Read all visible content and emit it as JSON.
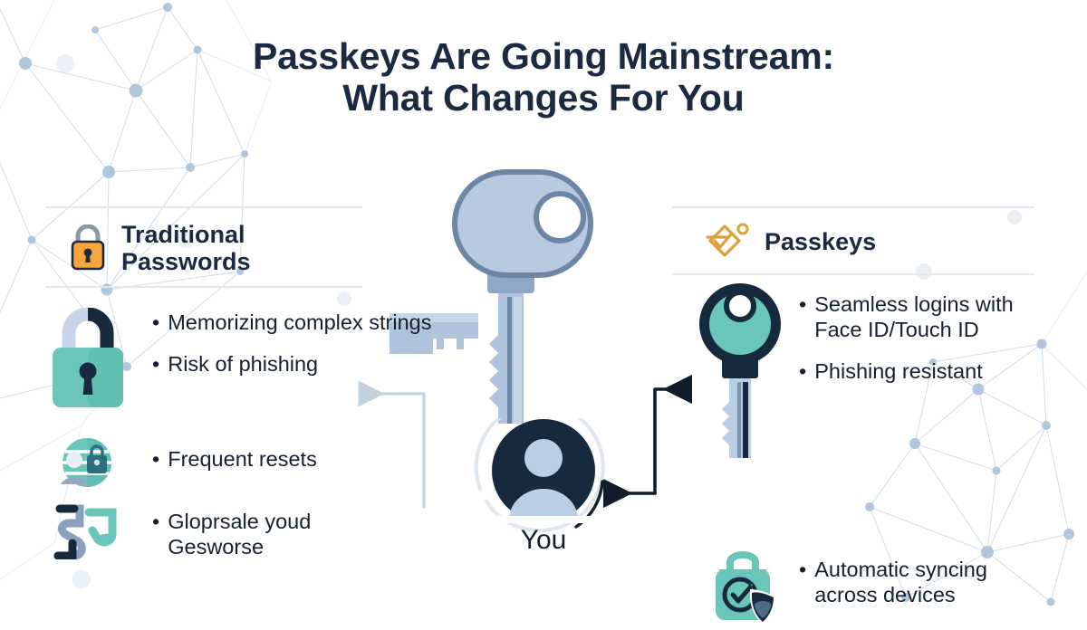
{
  "title": {
    "line1": "Passkeys Are Going Mainstream:",
    "line2": "What Changes For You"
  },
  "columns": {
    "left": {
      "heading": "Traditional\nPasswords",
      "icon": "open-padlock-icon",
      "accent_color": "#F5A53C",
      "bullets": [
        {
          "text": "Memorizing complex strings",
          "icon": "closed-padlock-icon"
        },
        {
          "text": "Risk of phishing",
          "icon": ""
        },
        {
          "text": "Frequent resets",
          "icon": "user-lock-icon"
        },
        {
          "text": "Gloprsale youd\nGesworse",
          "icon": "reset-refresh-icon"
        }
      ]
    },
    "right": {
      "heading": "Passkeys",
      "icon": "key-check-badge-icon",
      "accent_color": "#D9A23B",
      "bullets": [
        {
          "text": "Seamless logins with\nFace ID/Touch ID",
          "icon": "teal-key-icon"
        },
        {
          "text": "Phishing resistant",
          "icon": ""
        },
        {
          "text": "Automatic syncing\nacross devices",
          "icon": "sync-shield-icon"
        }
      ]
    }
  },
  "center": {
    "key_icon": "large-key-icon",
    "avatar_icon": "person-avatar-icon",
    "label": "You"
  },
  "bullet_marker": "•",
  "colors": {
    "title": "#1b2a41",
    "body_text": "#15202e",
    "key_blue": "#AFC3DC",
    "key_blue_dark": "#6E86A5",
    "teal": "#6BC6BA",
    "navy": "#17293C",
    "orange": "#F5A53C",
    "gold": "#D9A23B",
    "arrow_light": "#C3D1DE",
    "arrow_dark": "#111D2B",
    "rule": "#e2e7ec",
    "net_node": "#AFC6DC",
    "net_line": "#C8D6E4"
  }
}
